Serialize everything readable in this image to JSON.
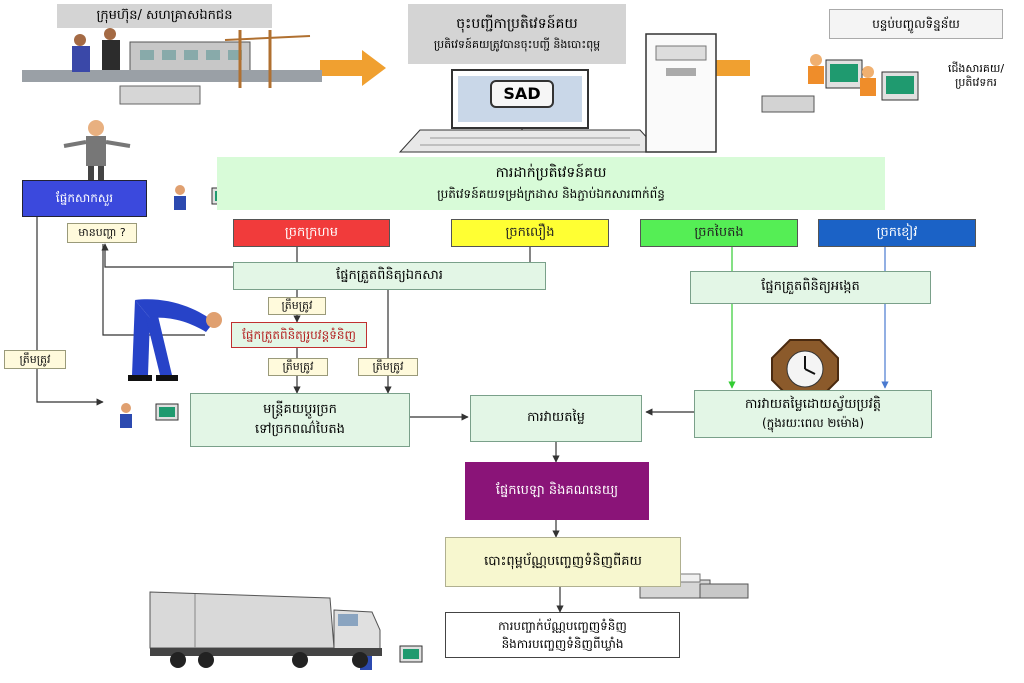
{
  "boxes": {
    "company": "ក្រុមហ៊ុន/ សហគ្រាសឯកជន",
    "register_title": "ចុះបញ្ជីកាប្រតិវេទន៍គយ",
    "register_sub": "ប្រតិវេទន៍គយត្រូវបានចុះបញ្ជី និងបោះពុម្ព",
    "sad": "SAD",
    "broker": "បន្ទប់បញ្ចូលទិន្នន័យ",
    "broker_sub": "ជើងសារគយ/ ប្រតិវេទករ",
    "submit_title": "ការដាក់ប្រតិវេទន៍គយ",
    "submit_sub": "ប្រតិវេទន៍គយទម្រង់ក្រដាស និងភ្ជាប់ឯកសារពាក់ព័ន្ធ",
    "inquiry": "ផ្នែកសាកសួរ",
    "question": "មានបញ្ហា ?",
    "doc_check": "ផ្នែកត្រួតពិនិត្យឯកសារ",
    "physical_check": "ផ្នែកត្រួតពិនិត្យរូបវន្តទំនិញ",
    "risk_check": "ផ្នែកត្រួតពិនិត្យអង្កេត",
    "officer": "មន្ត្រីគយប្តូរច្រក",
    "officer_sub": "ទៅច្រកពណ៌បៃតង",
    "valuation": "ការវាយតម្លៃ",
    "auto_value": "ការវាយតម្លៃដោយស្វ័យប្រវត្តិ",
    "auto_value_sub": "(ក្នុងរយៈពេល ២ម៉ោង)",
    "cashier": "ផ្នែកបេឡា និងគណនេយ្យ",
    "release": "បោះពុម្ពប័ណ្ណបញ្ចេញទំនិញពីគយ",
    "exit_line1": "ការបញ្ចាក់ប័ណ្ណបញ្ចេញទំនិញ",
    "exit_line2": "និងការបញ្ចេញទំនិញពីឃ្លាំង"
  },
  "lanes": {
    "red": "ច្រកក្រហម",
    "yellow": "ច្រកលឿង",
    "green": "ច្រកបៃតង",
    "blue": "ច្រកខៀវ"
  },
  "notes": {
    "ok1": "ត្រឹមត្រូវ",
    "ok2": "ត្រឹមត្រូវ",
    "ok3": "ត្រឹមត្រូវ",
    "ok4": "ត្រឹមត្រូវ"
  },
  "colors": {
    "red_lane": "#f13b3b",
    "yellow_lane": "#ffff33",
    "green_lane": "#55ee55",
    "blue_lane": "#1b62c6",
    "inquiry": "#3b49dd",
    "cashier": "#8a1478",
    "arrow_orange": "#f0a030",
    "gray_panel": "#d4d4d4"
  }
}
